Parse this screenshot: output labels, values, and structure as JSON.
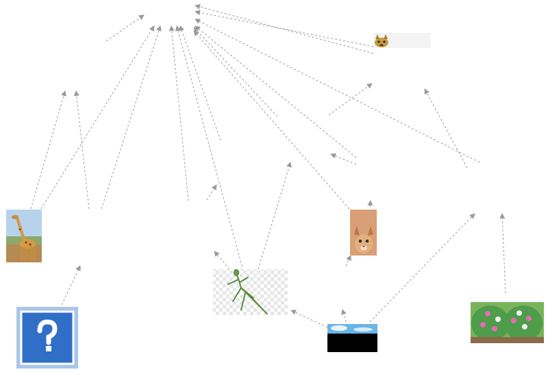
{
  "diagram": {
    "type": "directed-graph",
    "edge_style": "dashed-arrow",
    "edge_color": "#9a9a9a",
    "node_count_visible_images": 7,
    "nodes": [
      {
        "id": "cat-toy",
        "icon": "cat-face-icon"
      },
      {
        "id": "giraffe",
        "icon": "giraffe-icon"
      },
      {
        "id": "question-mark",
        "icon": "question-mark-icon"
      },
      {
        "id": "mantis",
        "icon": "praying-mantis-icon"
      },
      {
        "id": "caracal",
        "icon": "caracal-icon"
      },
      {
        "id": "sky-strip",
        "icon": "sky-horizon-icon"
      },
      {
        "id": "flower-bush",
        "icon": "flower-bush-icon"
      }
    ],
    "colors": {
      "question_blue": "#2f6fc7",
      "caracal_bg": "#d99f76",
      "bush_green": "#4f9c4a",
      "flower_pink": "#e56bb8",
      "sky_blue": "#6cb4e6",
      "checker": "#e6e6e6"
    }
  }
}
